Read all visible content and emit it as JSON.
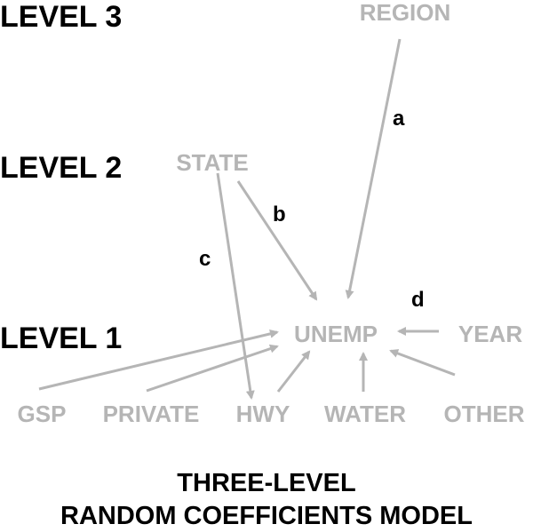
{
  "levels": {
    "level3": "LEVEL 3",
    "level2": "LEVEL 2",
    "level1": "LEVEL 1"
  },
  "nodes": {
    "region": "REGION",
    "state": "STATE",
    "unemp": "UNEMP",
    "year": "YEAR",
    "gsp": "GSP",
    "private": "PRIVATE",
    "hwy": "HWY",
    "water": "WATER",
    "other": "OTHER"
  },
  "edge_labels": {
    "a": "a",
    "b": "b",
    "c": "c",
    "d": "d"
  },
  "caption": {
    "line1": "THREE-LEVEL",
    "line2": "RANDOM COEFFICIENTS MODEL"
  },
  "colors": {
    "node_gray": "#b5b5b5",
    "text_black": "#000000",
    "background": "#ffffff"
  }
}
